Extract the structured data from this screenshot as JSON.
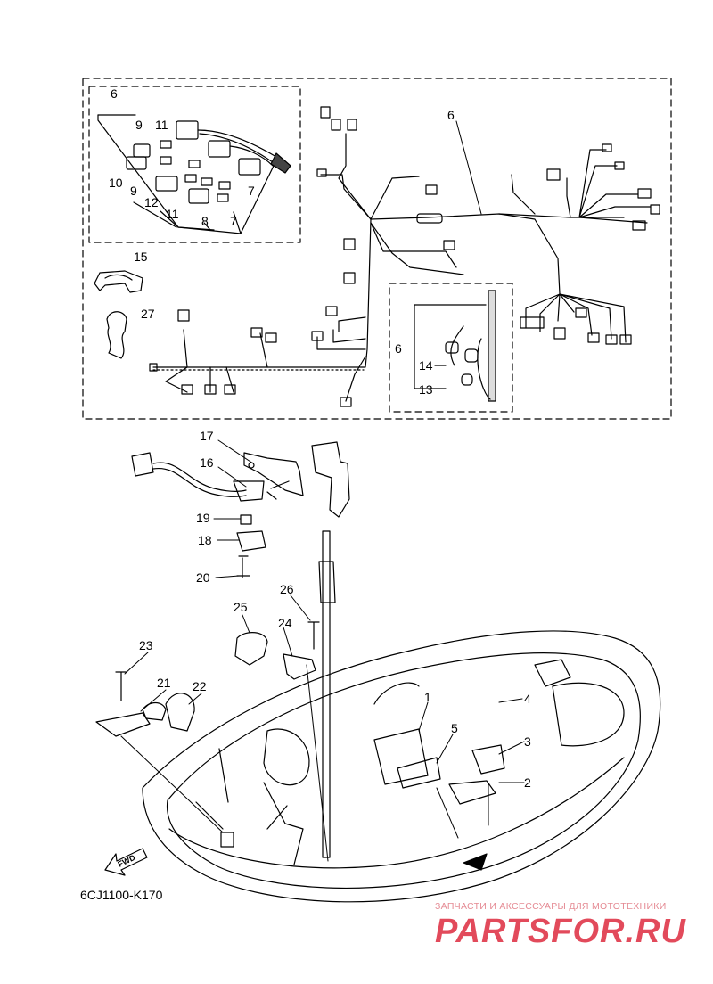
{
  "diagram_code": "6CJ1100-K170",
  "watermark": {
    "tagline": "ЗАПЧАСТИ И АКСЕССУАРЫ ДЛЯ МОТОТЕХНИКИ",
    "logo": "PARTSFOR.RU"
  },
  "fwd_label": "FWD",
  "callouts": {
    "c6a": "6",
    "c9a": "9",
    "c11a": "11",
    "c10": "10",
    "c9b": "9",
    "c12": "12",
    "c11b": "11",
    "c8": "8",
    "c7a": "7",
    "c7b": "7",
    "c6b": "6",
    "c15": "15",
    "c27": "27",
    "c6c": "6",
    "c14": "14",
    "c13": "13",
    "c17": "17",
    "c16": "16",
    "c19": "19",
    "c18": "18",
    "c20": "20",
    "c26": "26",
    "c25": "25",
    "c24": "24",
    "c23": "23",
    "c21": "21",
    "c22": "22",
    "c1": "1",
    "c4": "4",
    "c5": "5",
    "c3": "3",
    "c2": "2"
  }
}
